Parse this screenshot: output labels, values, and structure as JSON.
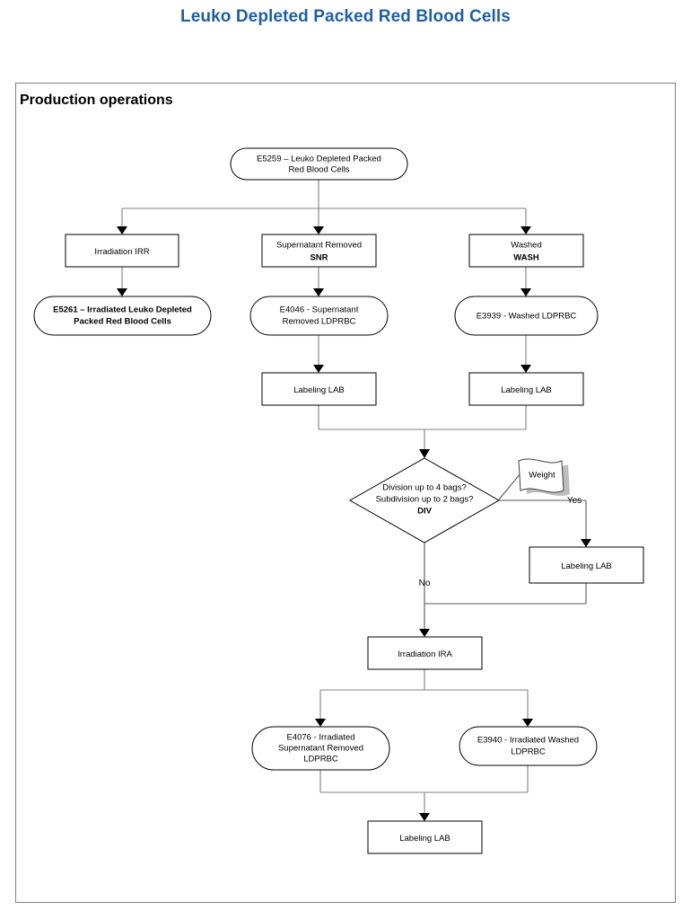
{
  "document": {
    "title": "Leuko Depleted Packed Red Blood Cells",
    "title_color": "#1F5FA9"
  },
  "frame": {
    "label": "Production operations",
    "border_color": "#808080"
  },
  "chart_data": {
    "type": "diagram",
    "subtype": "flowchart",
    "title": "Leuko Depleted Packed Red Blood Cells",
    "group_label": "Production operations",
    "nodes": [
      {
        "id": "e5259",
        "shape": "terminator",
        "lines": [
          {
            "text": "E5259 – Leuko Depleted Packed",
            "bold": false
          },
          {
            "text": "Red Blood Cells",
            "bold": false
          }
        ]
      },
      {
        "id": "irr",
        "shape": "process",
        "lines": [
          {
            "text": "Irradiation IRR",
            "bold": false,
            "bold_tail": "IRR"
          }
        ]
      },
      {
        "id": "snr",
        "shape": "process",
        "lines": [
          {
            "text": "Supernatant Removed",
            "bold": false
          },
          {
            "text": "SNR",
            "bold": true
          }
        ]
      },
      {
        "id": "wash",
        "shape": "process",
        "lines": [
          {
            "text": "Washed",
            "bold": false
          },
          {
            "text": "WASH",
            "bold": true
          }
        ]
      },
      {
        "id": "e5261",
        "shape": "terminator",
        "lines": [
          {
            "text": "E5261 – Irradiated Leuko Depleted",
            "bold": true
          },
          {
            "text": "Packed Red Blood Cells",
            "bold": true
          }
        ]
      },
      {
        "id": "e4046",
        "shape": "terminator",
        "lines": [
          {
            "text": "E4046 - Supernatant",
            "bold": false
          },
          {
            "text": "Removed LDPRBC",
            "bold": false
          }
        ]
      },
      {
        "id": "e3939",
        "shape": "terminator",
        "lines": [
          {
            "text": "E3939 - Washed LDPRBC",
            "bold": false
          }
        ]
      },
      {
        "id": "lab1",
        "shape": "process",
        "lines": [
          {
            "text": "Labeling LAB",
            "bold": false,
            "bold_tail": "LAB"
          }
        ]
      },
      {
        "id": "lab2",
        "shape": "process",
        "lines": [
          {
            "text": "Labeling LAB",
            "bold": false,
            "bold_tail": "LAB"
          }
        ]
      },
      {
        "id": "div",
        "shape": "decision",
        "lines": [
          {
            "text": "Division up to 4 bags?",
            "bold": false
          },
          {
            "text": "Subdivision up to 2 bags?",
            "bold": false
          },
          {
            "text": "DIV",
            "bold": true
          }
        ]
      },
      {
        "id": "weight",
        "shape": "annotation-flag",
        "lines": [
          {
            "text": "Weight",
            "bold": false
          }
        ]
      },
      {
        "id": "lab3",
        "shape": "process",
        "lines": [
          {
            "text": "Labeling LAB",
            "bold": false,
            "bold_tail": "LAB"
          }
        ]
      },
      {
        "id": "ira",
        "shape": "process",
        "lines": [
          {
            "text": "Irradiation IRA",
            "bold": false,
            "bold_tail": "IRA"
          }
        ]
      },
      {
        "id": "e4076",
        "shape": "terminator",
        "lines": [
          {
            "text": "E4076 - Irradiated",
            "bold": false
          },
          {
            "text": "Supernatant Removed",
            "bold": false
          },
          {
            "text": "LDPRBC",
            "bold": false
          }
        ]
      },
      {
        "id": "e3940",
        "shape": "terminator",
        "lines": [
          {
            "text": "E3940 - Irradiated Washed",
            "bold": false
          },
          {
            "text": "LDPRBC",
            "bold": false
          }
        ]
      },
      {
        "id": "lab4",
        "shape": "process",
        "lines": [
          {
            "text": "Labeling LAB",
            "bold": false,
            "bold_tail": "LAB"
          }
        ]
      }
    ],
    "edge_labels": [
      {
        "id": "yes",
        "text": "Yes"
      },
      {
        "id": "no",
        "text": "No"
      }
    ],
    "edges": [
      {
        "from": "e5259",
        "to": "irr"
      },
      {
        "from": "e5259",
        "to": "snr"
      },
      {
        "from": "e5259",
        "to": "wash"
      },
      {
        "from": "irr",
        "to": "e5261"
      },
      {
        "from": "snr",
        "to": "e4046"
      },
      {
        "from": "wash",
        "to": "e3939"
      },
      {
        "from": "e4046",
        "to": "lab1"
      },
      {
        "from": "e3939",
        "to": "lab2"
      },
      {
        "from": "lab1",
        "to": "div"
      },
      {
        "from": "lab2",
        "to": "div"
      },
      {
        "from": "div",
        "to": "lab3",
        "label": "Yes"
      },
      {
        "from": "div",
        "to": "ira",
        "label": "No"
      },
      {
        "from": "lab3",
        "to": "ira"
      },
      {
        "from": "ira",
        "to": "e4076"
      },
      {
        "from": "ira",
        "to": "e3940"
      },
      {
        "from": "e4076",
        "to": "lab4"
      },
      {
        "from": "e3940",
        "to": "lab4"
      },
      {
        "from": "div",
        "to": "weight",
        "kind": "annotation"
      }
    ]
  },
  "labels": {
    "n_e5259_l1": "E5259 – Leuko Depleted Packed",
    "n_e5259_l2": "Red Blood Cells",
    "n_irr_l1a": "Irradiation ",
    "n_irr_l1b": "IRR",
    "n_snr_l1": "Supernatant Removed",
    "n_snr_l2": "SNR",
    "n_wash_l1": "Washed",
    "n_wash_l2": "WASH",
    "n_e5261_l1": "E5261 – Irradiated Leuko Depleted",
    "n_e5261_l2": "Packed Red Blood Cells",
    "n_e4046_l1": "E4046 - Supernatant",
    "n_e4046_l2": "Removed LDPRBC",
    "n_e3939_l1": "E3939 - Washed LDPRBC",
    "n_lab1_a": "Labeling ",
    "n_lab1_b": "LAB",
    "n_lab2_a": "Labeling ",
    "n_lab2_b": "LAB",
    "n_div_l1": "Division up to 4 bags?",
    "n_div_l2": "Subdivision up to 2 bags?",
    "n_div_l3": "DIV",
    "n_weight": "Weight",
    "n_lab3_a": "Labeling ",
    "n_lab3_b": "LAB",
    "n_ira_a": "Irradiation ",
    "n_ira_b": "IRA",
    "n_e4076_l1": "E4076 - Irradiated",
    "n_e4076_l2": "Supernatant Removed",
    "n_e4076_l3": "LDPRBC",
    "n_e3940_l1": "E3940 - Irradiated Washed",
    "n_e3940_l2": "LDPRBC",
    "n_lab4_a": "Labeling ",
    "n_lab4_b": "LAB",
    "edge_yes": "Yes",
    "edge_no": "No"
  }
}
